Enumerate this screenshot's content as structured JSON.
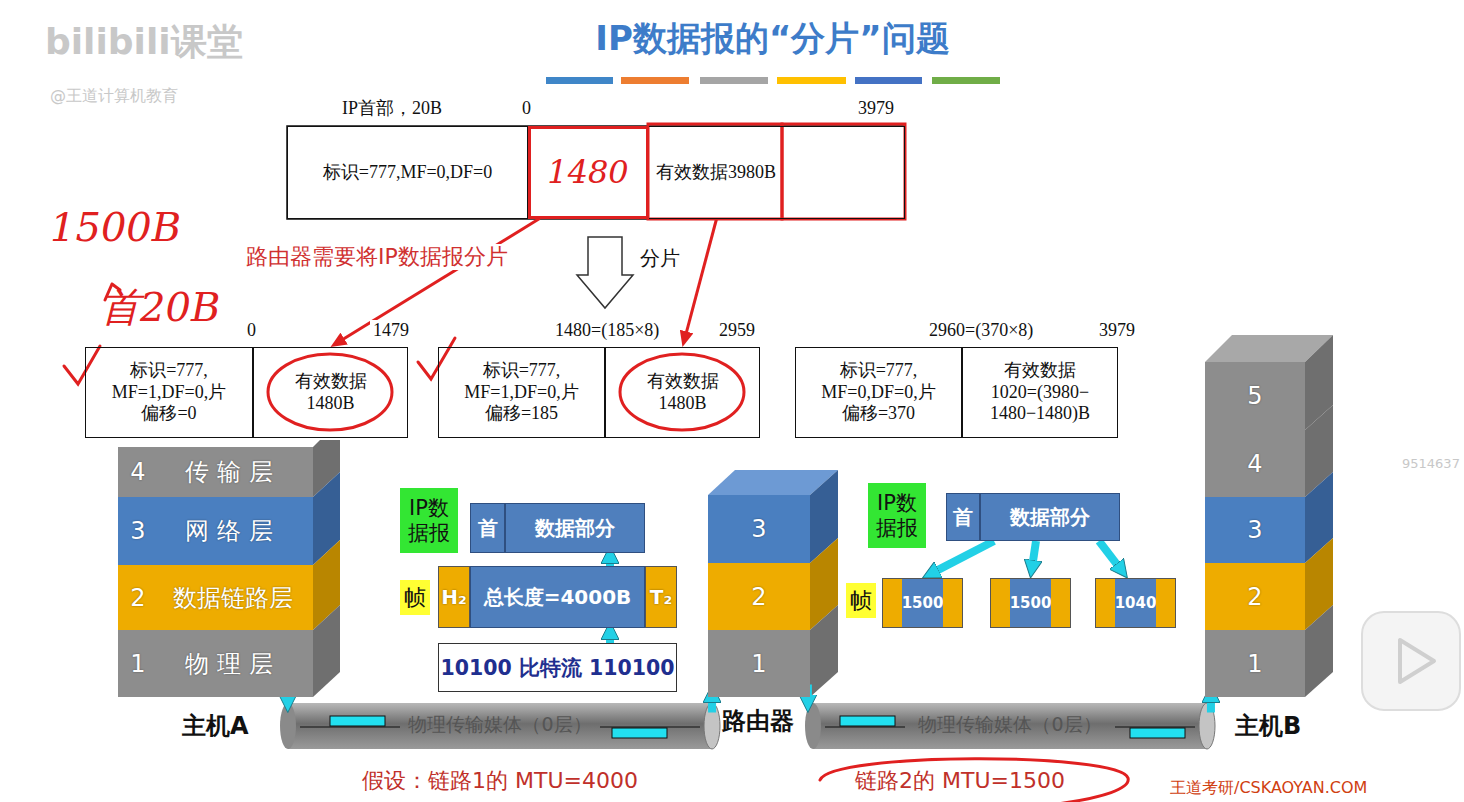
{
  "diagram": {
    "title": "IP数据报的“分片”问题",
    "nodes": [
      {
        "text": [
          "标识=777,MF=0,DF=0"
        ]
      },
      {
        "text": [
          "有效数据3980B"
        ]
      },
      {
        "text": [
          "1480"
        ],
        "in": 1
      },
      {
        "text": [
          "标识=777, MF=1,DF=0,片 偏移=0"
        ]
      },
      {
        "text": [
          "有效数据 1480B"
        ]
      },
      {
        "text": [
          "标识=777, MF=1,DF=0,片 偏移=185"
        ]
      },
      {
        "text": [
          "有效数据 1480B"
        ]
      },
      {
        "text": [
          "标识=777, MF=0,DF=0,片 偏移=370"
        ]
      },
      {
        "text": [
          "有效数据 1020=(3980− 1480−1480)B"
        ]
      },
      {
        "text": [
          "4",
          "传输层"
        ]
      },
      {
        "text": [
          "3",
          "网络层"
        ]
      },
      {
        "text": [
          "2",
          "数据链路层"
        ]
      },
      {
        "text": [
          "1",
          "物理层"
        ]
      },
      {
        "text": [
          "3"
        ]
      },
      {
        "text": [
          "2"
        ]
      },
      {
        "text": [
          "1"
        ]
      },
      {
        "text": [
          "5"
        ]
      },
      {
        "text": [
          "4"
        ]
      },
      {
        "text": [
          "3"
        ]
      },
      {
        "text": [
          "2"
        ]
      },
      {
        "text": [
          "1"
        ]
      },
      {
        "text": [
          "IP数据报"
        ]
      },
      {
        "text": [
          "首"
        ]
      },
      {
        "text": [
          "数据部分"
        ]
      },
      {
        "text": [
          "帧"
        ]
      },
      {
        "text": [
          "H₂"
        ]
      },
      {
        "text": [
          "总长度=4000B"
        ]
      },
      {
        "text": [
          "T₂"
        ]
      },
      {
        "text": [
          "10100 比特流 110100"
        ]
      },
      {
        "text": [
          "IP数据报"
        ]
      },
      {
        "text": [
          "首"
        ]
      },
      {
        "text": [
          "数据部分"
        ]
      },
      {
        "text": [
          "帧"
        ]
      },
      {
        "text": [
          "1500"
        ]
      },
      {
        "text": [
          "1500"
        ]
      },
      {
        "text": [
          "1040"
        ]
      },
      {
        "text": [
          "物理传输媒体（0层）"
        ]
      },
      {
        "text": [
          "物理传输媒体（0层）"
        ]
      }
    ],
    "edges": [
      {
        "from": 2,
        "to": 4,
        "arrow": "to"
      },
      {
        "from": 1,
        "to": 6,
        "arrow": "to"
      },
      {
        "from": 9,
        "to": 10,
        "arrow": "to"
      },
      {
        "from": 10,
        "to": 11,
        "arrow": "to"
      },
      {
        "from": 11,
        "to": 12,
        "arrow": "to"
      },
      {
        "from": 12,
        "to": 36,
        "arrow": "to"
      },
      {
        "from": 36,
        "to": 15,
        "arrow": "to"
      },
      {
        "from": 15,
        "to": 14,
        "arrow": "to"
      },
      {
        "from": 14,
        "to": 13,
        "arrow": "to"
      },
      {
        "from": 13,
        "to": 14,
        "arrow": "to"
      },
      {
        "from": 14,
        "to": 15,
        "arrow": "to"
      },
      {
        "from": 15,
        "to": 37,
        "arrow": "to"
      },
      {
        "from": 37,
        "to": 20,
        "arrow": "to"
      },
      {
        "from": 20,
        "to": 19,
        "arrow": "to"
      },
      {
        "from": 19,
        "to": 18,
        "arrow": "to"
      },
      {
        "from": 18,
        "to": 17,
        "arrow": "to"
      },
      {
        "from": 17,
        "to": 16,
        "arrow": "to"
      },
      {
        "from": 28,
        "to": 26,
        "arrow": "to"
      },
      {
        "from": 26,
        "to": 23,
        "arrow": "to"
      },
      {
        "from": 31,
        "to": 33,
        "arrow": "to"
      },
      {
        "from": 31,
        "to": 34,
        "arrow": "to"
      },
      {
        "from": 31,
        "to": 35,
        "arrow": "to"
      }
    ],
    "labels": [
      "IP首部，20B",
      "0",
      "3979",
      "1500B",
      "首20B",
      "路由器需要将IP数据报分片",
      "分片",
      "0",
      "1479",
      "1480=(185×8)",
      "2959",
      "2960=(370×8)",
      "3979",
      "主机A",
      "路由器",
      "主机B",
      "假设：链路1的 MTU=4000",
      "链路2的 MTU=1500",
      "王道考研/CSKAOYAN.COM",
      "bilibili课堂",
      "@王道计算机教育",
      "9514637"
    ]
  }
}
